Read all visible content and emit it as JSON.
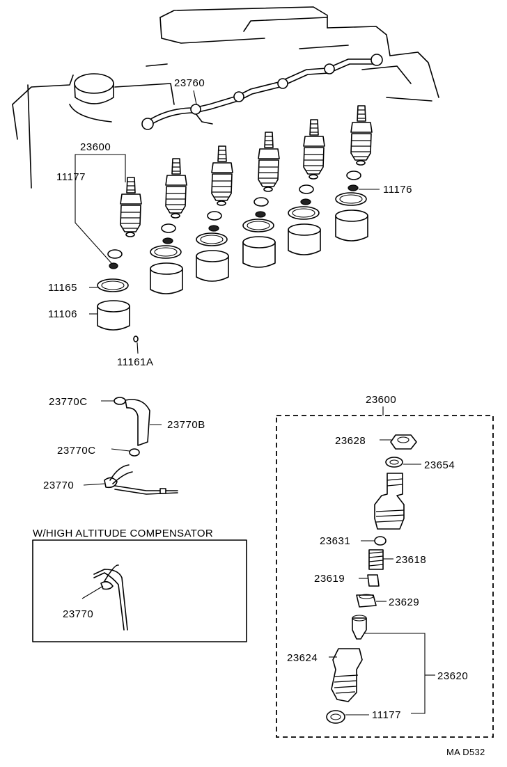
{
  "labels": {
    "l23760": "23760",
    "l23600_top": "23600",
    "l11177_top": "11177",
    "l11176": "11176",
    "l11165": "11165",
    "l11106": "11106",
    "l11161A": "11161A",
    "l23770C_a": "23770C",
    "l23770B": "23770B",
    "l23770C_b": "23770C",
    "l23770_a": "23770",
    "l23600_box": "23600",
    "l23628": "23628",
    "l23654": "23654",
    "l23631": "23631",
    "l23618": "23618",
    "l23619": "23619",
    "l23629": "23629",
    "l23624": "23624",
    "l23620": "23620",
    "l11177_box": "11177",
    "l23770_b": "23770"
  },
  "captions": {
    "high_altitude": "W/HIGH ALTITUDE COMPENSATOR",
    "code": "MA D532"
  }
}
